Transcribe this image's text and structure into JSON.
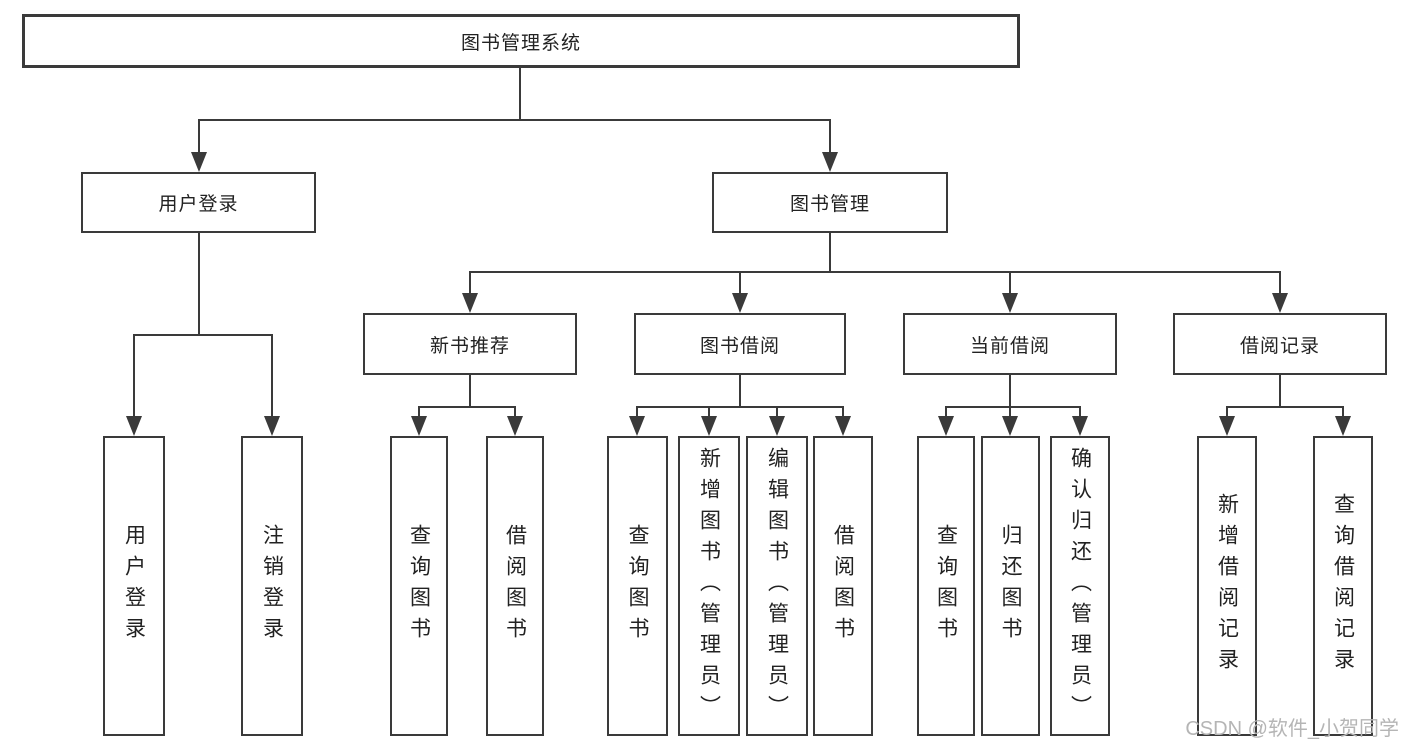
{
  "tree": {
    "label": "图书管理系统",
    "children": [
      {
        "label": "用户登录",
        "children": [
          {
            "label": "用户登录"
          },
          {
            "label": "注销登录"
          }
        ]
      },
      {
        "label": "图书管理",
        "children": [
          {
            "label": "新书推荐",
            "children": [
              {
                "label": "查询图书"
              },
              {
                "label": "借阅图书"
              }
            ]
          },
          {
            "label": "图书借阅",
            "children": [
              {
                "label": "查询图书"
              },
              {
                "label": "新增图书（管理员）"
              },
              {
                "label": "编辑图书（管理员）"
              },
              {
                "label": "借阅图书"
              }
            ]
          },
          {
            "label": "当前借阅",
            "children": [
              {
                "label": "查询图书"
              },
              {
                "label": "归还图书"
              },
              {
                "label": "确认归还（管理员）"
              }
            ]
          },
          {
            "label": "借阅记录",
            "children": [
              {
                "label": "新增借阅记录"
              },
              {
                "label": "查询借阅记录"
              }
            ]
          }
        ]
      }
    ]
  },
  "watermark": {
    "text": "CSDN @软件_小贺同学"
  },
  "colors": {
    "line": "#3a3a3a",
    "border": "#3a3a3a",
    "text": "#222222",
    "watermark": "#b5b5b5",
    "background": "#ffffff"
  }
}
